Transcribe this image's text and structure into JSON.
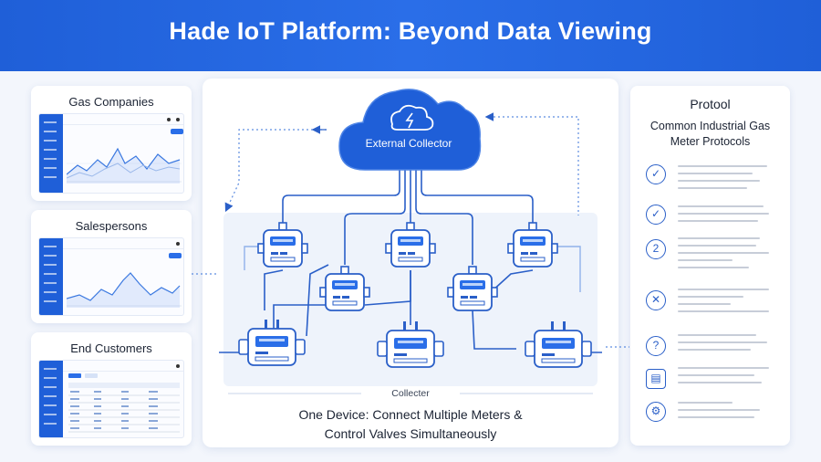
{
  "title": "Hade IoT Platform: Beyond Data Viewing",
  "left_cards": [
    {
      "title": "Gas Companies"
    },
    {
      "title": "Salespersons"
    },
    {
      "title": "End Customers"
    }
  ],
  "center": {
    "cloud_label": "External Collector",
    "collector_label": "Collecter",
    "caption_line1": "One Device: Connect Multiple Meters &",
    "caption_line2": "Control Valves Simultaneously"
  },
  "right_panel": {
    "title": "Protool",
    "subtitle": "Common Industrial Gas Meter Protocols",
    "items": [
      {
        "icon": "check-circle-icon"
      },
      {
        "icon": "check-circle-icon"
      },
      {
        "icon": "number-circle-icon"
      },
      {
        "icon": "network-icon"
      },
      {
        "icon": "question-circle-icon"
      },
      {
        "icon": "document-icon"
      },
      {
        "icon": "gear-icon"
      }
    ]
  },
  "colors": {
    "brand": "#1f5fd8",
    "accent": "#2a6ee8",
    "line": "#2a5fc8"
  }
}
